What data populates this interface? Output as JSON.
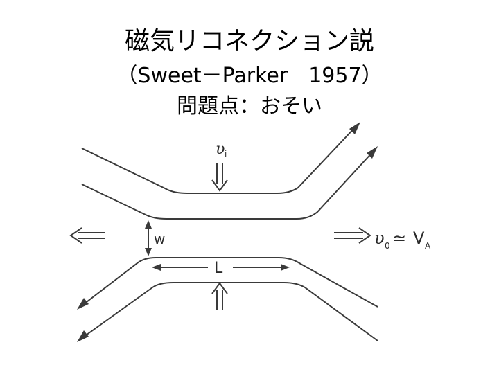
{
  "slide": {
    "title": "磁気リコネクション説",
    "subtitle": "（Sweet－Parker　1957）",
    "note": "問題点：おそい"
  },
  "diagram": {
    "inflow_velocity": "υ",
    "inflow_velocity_sub": "i",
    "width_label": "w",
    "length_label": "L",
    "outflow_velocity": "υ",
    "outflow_velocity_sub": "0",
    "approx_symbol": "≃",
    "alfven_velocity": "V",
    "alfven_velocity_sub": "A"
  }
}
